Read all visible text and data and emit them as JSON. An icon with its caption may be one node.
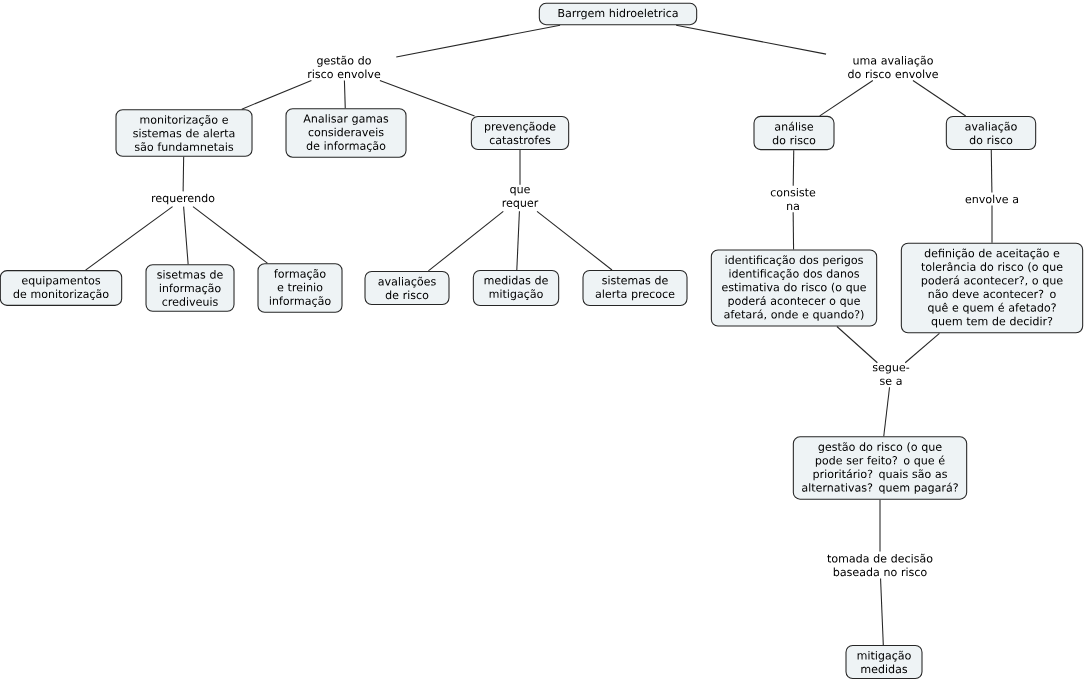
{
  "diagram": {
    "nodes": [
      {
        "text": [
          "Barrgem hidroeletrica"
        ]
      },
      {
        "text": [
          "gestão do risco envolve"
        ]
      },
      {
        "text": [
          "uma avaliação do risco envolve"
        ]
      },
      {
        "text": [
          "monitorização e sistemas de alerta são fundamnetais"
        ]
      },
      {
        "text": [
          "Analisar gamas consideraveis de informação"
        ]
      },
      {
        "text": [
          "prevençãode catastrofes"
        ]
      },
      {
        "text": [
          "análise do risco"
        ]
      },
      {
        "text": [
          "avaliação do risco"
        ]
      },
      {
        "text": [
          "requerendo"
        ]
      },
      {
        "text": [
          "que requer"
        ]
      },
      {
        "text": [
          "consiste na"
        ]
      },
      {
        "text": [
          "envolve a"
        ]
      },
      {
        "text": [
          "equipamentos de monitorização"
        ]
      },
      {
        "text": [
          "sisetmas de informação crediveuis"
        ]
      },
      {
        "text": [
          "formação e treinio informação"
        ]
      },
      {
        "text": [
          "avaliações de risco"
        ]
      },
      {
        "text": [
          "medidas de mitigação"
        ]
      },
      {
        "text": [
          "sistemas de alerta precoce"
        ]
      },
      {
        "text": [
          "identificação dos perigos identificação dos danos estimativa do risco (o que poderá acontecer o que afetará, onde e quando?)"
        ]
      },
      {
        "text": [
          "definição de aceitação e tolerância do risco (o que poderá acontecer?, o que não deve acontecer? o quê e quem é afetado? quem tem de decidir?"
        ]
      },
      {
        "text": [
          "segue-se a"
        ]
      },
      {
        "text": [
          "gestão do risco (o que pode ser feito? o que é prioritário? quais são as alternativas? quem pagará?"
        ]
      },
      {
        "text": [
          "tomada de decisão baseada no risco"
        ]
      },
      {
        "text": [
          "mitigação medidas"
        ]
      }
    ],
    "edges": [
      {
        "from": 0,
        "to": 1,
        "arrow": "none"
      },
      {
        "from": 0,
        "to": 2,
        "arrow": "none"
      },
      {
        "from": 1,
        "to": 3,
        "arrow": "none"
      },
      {
        "from": 1,
        "to": 4,
        "arrow": "none"
      },
      {
        "from": 1,
        "to": 5,
        "arrow": "none"
      },
      {
        "from": 2,
        "to": 6,
        "arrow": "none"
      },
      {
        "from": 2,
        "to": 7,
        "arrow": "none"
      },
      {
        "from": 3,
        "to": 8,
        "arrow": "none"
      },
      {
        "from": 8,
        "to": 12,
        "arrow": "none"
      },
      {
        "from": 8,
        "to": 13,
        "arrow": "none"
      },
      {
        "from": 8,
        "to": 14,
        "arrow": "none"
      },
      {
        "from": 5,
        "to": 9,
        "arrow": "none"
      },
      {
        "from": 9,
        "to": 15,
        "arrow": "none"
      },
      {
        "from": 9,
        "to": 16,
        "arrow": "none"
      },
      {
        "from": 9,
        "to": 17,
        "arrow": "none"
      },
      {
        "from": 6,
        "to": 10,
        "arrow": "none"
      },
      {
        "from": 10,
        "to": 18,
        "arrow": "none"
      },
      {
        "from": 7,
        "to": 11,
        "arrow": "none"
      },
      {
        "from": 11,
        "to": 19,
        "arrow": "none"
      },
      {
        "from": 18,
        "to": 20,
        "arrow": "none"
      },
      {
        "from": 19,
        "to": 20,
        "arrow": "none"
      },
      {
        "from": 20,
        "to": 21,
        "arrow": "none"
      },
      {
        "from": 21,
        "to": 22,
        "arrow": "none"
      },
      {
        "from": 22,
        "to": 23,
        "arrow": "none"
      }
    ]
  }
}
